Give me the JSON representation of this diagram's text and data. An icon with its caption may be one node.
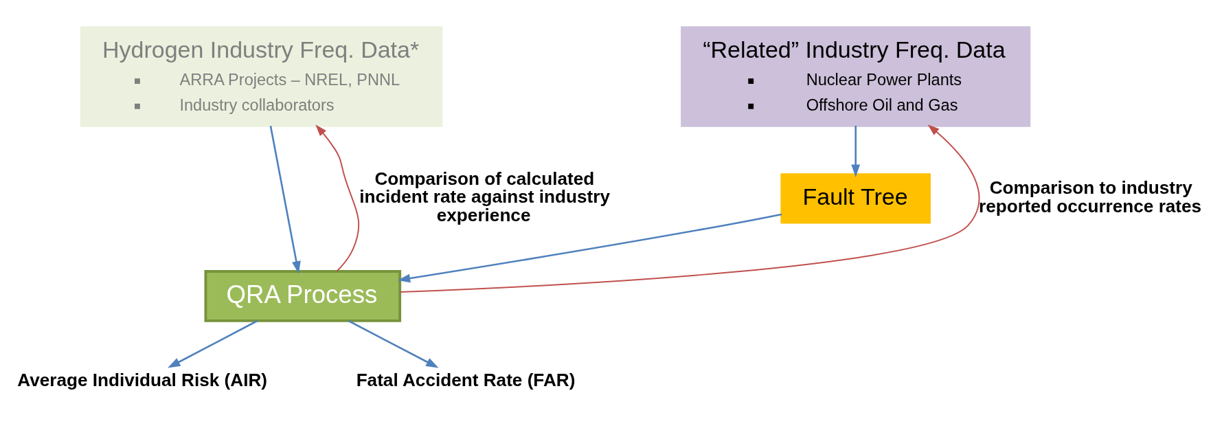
{
  "diagram": {
    "nodes": [
      {
        "text": [
          "Hydrogen Industry Freq. Data*",
          "ARRA Projects – NREL, PNNL",
          "Industry collaborators"
        ]
      },
      {
        "text": [
          "“Related” Industry Freq. Data",
          "Nuclear Power Plants",
          "Offshore Oil and Gas"
        ]
      },
      {
        "text": [
          "Fault Tree"
        ]
      },
      {
        "text": [
          "QRA Process"
        ]
      },
      {
        "text": [
          "Average Individual Risk (AIR)"
        ]
      },
      {
        "text": [
          "Fatal Accident Rate (FAR)"
        ]
      }
    ],
    "edges": [
      {
        "from": 0,
        "to": 3,
        "arrow": "to"
      },
      {
        "from": 1,
        "to": 2,
        "arrow": "to"
      },
      {
        "from": 2,
        "to": 3,
        "arrow": "to"
      },
      {
        "from": 3,
        "to": 0,
        "arrow": "to",
        "label": "Comparison of calculated incident rate against industry experience",
        "color": "#c0504d"
      },
      {
        "from": 3,
        "to": 1,
        "arrow": "to",
        "label": "Comparison to industry reported occurrence rates",
        "color": "#c0504d"
      },
      {
        "from": 3,
        "to": 4,
        "arrow": "to"
      },
      {
        "from": 3,
        "to": 5,
        "arrow": "to"
      }
    ]
  }
}
